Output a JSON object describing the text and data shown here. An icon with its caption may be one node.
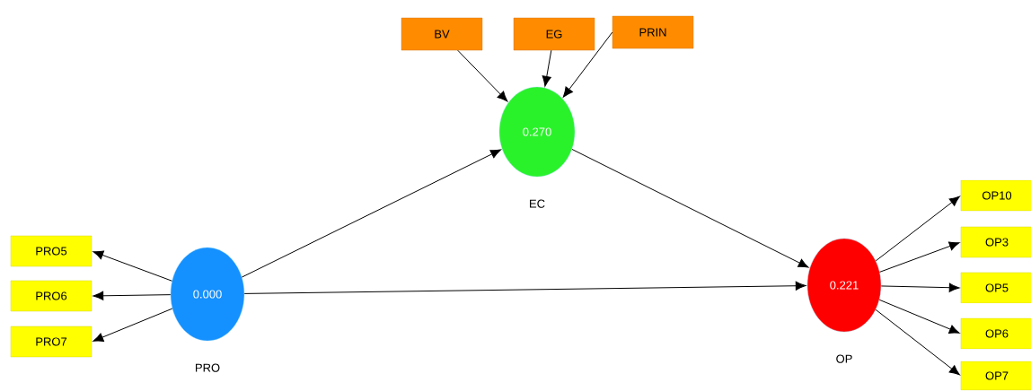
{
  "diagram": {
    "nodes": [
      {
        "text": [
          "BV"
        ]
      },
      {
        "text": [
          "EG"
        ]
      },
      {
        "text": [
          "PRIN"
        ]
      },
      {
        "text": [
          "0.270"
        ],
        "beside": [
          "EC"
        ]
      },
      {
        "text": [
          "PRO5"
        ]
      },
      {
        "text": [
          "PRO6"
        ]
      },
      {
        "text": [
          "PRO7"
        ]
      },
      {
        "text": [
          "0.000"
        ],
        "beside": [
          "PRO"
        ]
      },
      {
        "text": [
          "0.221"
        ],
        "beside": [
          "OP"
        ]
      },
      {
        "text": [
          "OP10"
        ]
      },
      {
        "text": [
          "OP3"
        ]
      },
      {
        "text": [
          "OP5"
        ]
      },
      {
        "text": [
          "OP6"
        ]
      },
      {
        "text": [
          "OP7"
        ]
      }
    ],
    "edges": [
      {
        "from": 0,
        "to": 3,
        "arrow": "to"
      },
      {
        "from": 1,
        "to": 3,
        "arrow": "to"
      },
      {
        "from": 2,
        "to": 3,
        "arrow": "to"
      },
      {
        "from": 7,
        "to": 3,
        "arrow": "to"
      },
      {
        "from": 3,
        "to": 8,
        "arrow": "to"
      },
      {
        "from": 7,
        "to": 8,
        "arrow": "to"
      },
      {
        "from": 7,
        "to": 4,
        "arrow": "to"
      },
      {
        "from": 7,
        "to": 5,
        "arrow": "to"
      },
      {
        "from": 7,
        "to": 6,
        "arrow": "to"
      },
      {
        "from": 8,
        "to": 9,
        "arrow": "to"
      },
      {
        "from": 8,
        "to": 10,
        "arrow": "to"
      },
      {
        "from": 8,
        "to": 11,
        "arrow": "to"
      },
      {
        "from": 8,
        "to": 12,
        "arrow": "to"
      },
      {
        "from": 8,
        "to": 13,
        "arrow": "to"
      }
    ]
  }
}
